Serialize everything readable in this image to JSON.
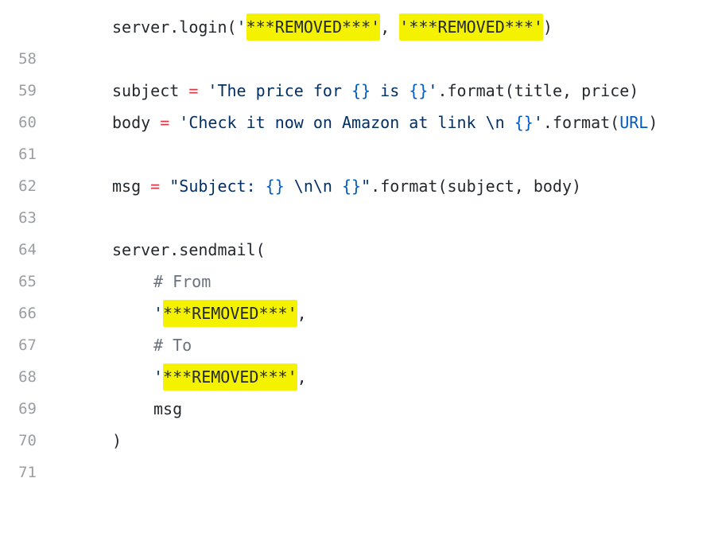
{
  "lines": [
    {
      "num": "58"
    },
    {
      "num": "59"
    },
    {
      "num": "60"
    },
    {
      "num": "61"
    },
    {
      "num": "62"
    },
    {
      "num": "63"
    },
    {
      "num": "64"
    },
    {
      "num": "65"
    },
    {
      "num": "66"
    },
    {
      "num": "67"
    },
    {
      "num": "68"
    },
    {
      "num": "69"
    },
    {
      "num": "70"
    },
    {
      "num": "71"
    }
  ],
  "code": {
    "l58": {
      "a": "server.login(",
      "q1": "'",
      "r1": "***REMOVED***",
      "q2": "'",
      "sep": ", ",
      "q3": "'",
      "r2": "***REMOVED***",
      "q4": "'",
      "end": ")"
    },
    "l60": {
      "var": "subject",
      "eq": " = ",
      "s1": "'The price for ",
      "b1": "{}",
      "s2": " is ",
      "b2": "{}",
      "s3": "'",
      "rest": ".format(title, price)"
    },
    "l61": {
      "var": "body",
      "eq": " = ",
      "s1": "'Check it now on Amazon at link \\n ",
      "b1": "{}",
      "s2": "'",
      "rest1": ".format(",
      "url": "URL",
      "rest2": ")"
    },
    "l63": {
      "var": "msg",
      "eq": " = ",
      "s1": "\"Subject: ",
      "b1": "{}",
      "s2": " \\n\\n ",
      "b2": "{}",
      "s3": "\"",
      "rest": ".format(subject, body)"
    },
    "l65": {
      "text": "server.sendmail("
    },
    "l66": {
      "text": "# From"
    },
    "l67": {
      "q1": "'",
      "r": "***REMOVED***",
      "q2": "'",
      "end": ","
    },
    "l68": {
      "text": "# To"
    },
    "l69": {
      "q1": "'",
      "r": "***REMOVED***",
      "q2": "'",
      "end": ","
    },
    "l70": {
      "text": "msg"
    },
    "l71": {
      "text": ")"
    }
  },
  "colors": {
    "highlight": "#f5f200",
    "string": "#032f62",
    "brace": "#005cc5",
    "operator": "#d73a49",
    "comment": "#6a737d",
    "line_number": "#9a9ea3"
  }
}
